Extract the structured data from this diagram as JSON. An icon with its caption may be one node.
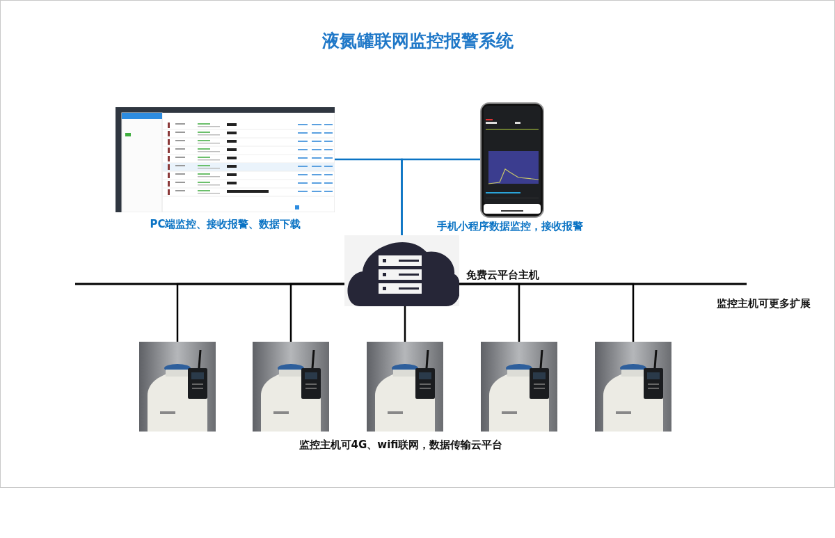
{
  "diagram": {
    "title": "液氮罐联网监控报警系统",
    "nodes": [
      {
        "text": [],
        "shape": "picture",
        "beside": [
          "PC端监控、接收报警、数据下载"
        ]
      },
      {
        "text": [],
        "shape": "picture",
        "beside": [
          "手机小程序数据监控，接收报警"
        ]
      },
      {
        "text": [],
        "shape": "cloud",
        "beside": [
          "免费云平台主机"
        ]
      },
      {
        "text": [],
        "shape": "picture"
      },
      {
        "text": [],
        "shape": "picture"
      },
      {
        "text": [],
        "shape": "picture"
      },
      {
        "text": [],
        "shape": "picture"
      },
      {
        "text": [],
        "shape": "picture"
      }
    ],
    "edges": [
      {
        "from": 0,
        "to": 2,
        "arrow": "none",
        "color": "#0a73c4"
      },
      {
        "from": 1,
        "to": 2,
        "arrow": "none",
        "color": "#0a73c4"
      },
      {
        "from": 3,
        "to": 2,
        "arrow": "none"
      },
      {
        "from": 4,
        "to": 2,
        "arrow": "none"
      },
      {
        "from": 5,
        "to": 2,
        "arrow": "none"
      },
      {
        "from": 6,
        "to": 2,
        "arrow": "none"
      },
      {
        "from": 7,
        "to": 2,
        "arrow": "none"
      }
    ],
    "labels": [
      "监控主机可4G、wifi联网，数据传输云平台",
      "监控主机可更多扩展"
    ]
  }
}
